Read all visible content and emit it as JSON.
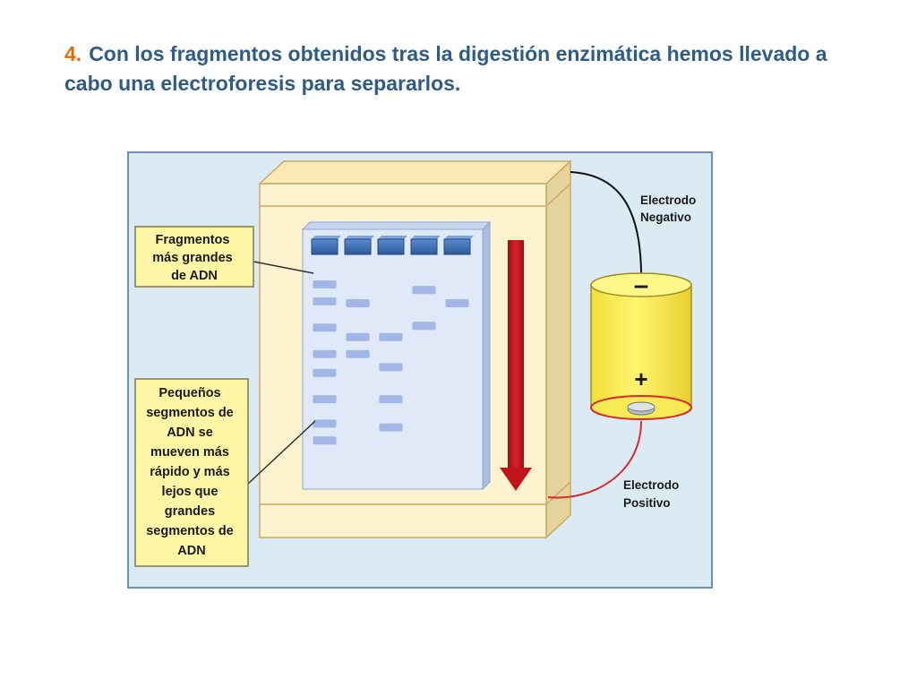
{
  "heading": {
    "number": "4.",
    "text": "Con los fragmentos obtenidos tras la digestión enzimática hemos llevado a cabo una electroforesis para separarlos."
  },
  "labels": {
    "large_fragments": [
      "Fragmentos",
      "más grandes",
      "de ADN"
    ],
    "small_segments": [
      "Pequeños",
      "segmentos de",
      "ADN se",
      "mueven más",
      "rápido y más",
      "lejos que",
      "grandes",
      "segmentos de",
      "ADN"
    ],
    "negative_electrode": [
      "Electrodo",
      "Negativo"
    ],
    "positive_electrode": [
      "Electrodo",
      "Positivo"
    ]
  },
  "battery": {
    "minus": "–",
    "plus": "+"
  },
  "colors": {
    "panel_bg": "#dbeaf3",
    "panel_border": "#6b8fb8",
    "frame_fill": "#fdf3cf",
    "frame_edge": "#c9a96a",
    "gel_fill": "#dfe9f7",
    "well_fill": "#3e6fb2",
    "band_fill": "#9bb1e4",
    "arrow_fill": "#c0161b",
    "battery_fill": "#fff36b",
    "label_box_fill": "#fff7a6",
    "label_box_border": "#7a7a48",
    "negative_wire": "#111111",
    "positive_wire": "#d82a2a"
  },
  "lanes": [
    {
      "bands": [
        {
          "pos": 0.1,
          "w": 0.8
        },
        {
          "pos": 0.19,
          "w": 0.8
        },
        {
          "pos": 0.33,
          "w": 0.8
        },
        {
          "pos": 0.47,
          "w": 0.8
        },
        {
          "pos": 0.57,
          "w": 0.8
        },
        {
          "pos": 0.71,
          "w": 0.8
        },
        {
          "pos": 0.84,
          "w": 0.8
        },
        {
          "pos": 0.93,
          "w": 0.8
        }
      ]
    },
    {
      "bands": [
        {
          "pos": 0.2,
          "w": 0.8
        },
        {
          "pos": 0.38,
          "w": 0.8
        },
        {
          "pos": 0.47,
          "w": 0.8
        }
      ]
    },
    {
      "bands": [
        {
          "pos": 0.38,
          "w": 0.8
        },
        {
          "pos": 0.54,
          "w": 0.8
        },
        {
          "pos": 0.71,
          "w": 0.8
        },
        {
          "pos": 0.86,
          "w": 0.8
        }
      ]
    },
    {
      "bands": [
        {
          "pos": 0.13,
          "w": 0.8
        },
        {
          "pos": 0.32,
          "w": 0.8
        }
      ]
    },
    {
      "bands": [
        {
          "pos": 0.2,
          "w": 0.8
        }
      ]
    }
  ]
}
